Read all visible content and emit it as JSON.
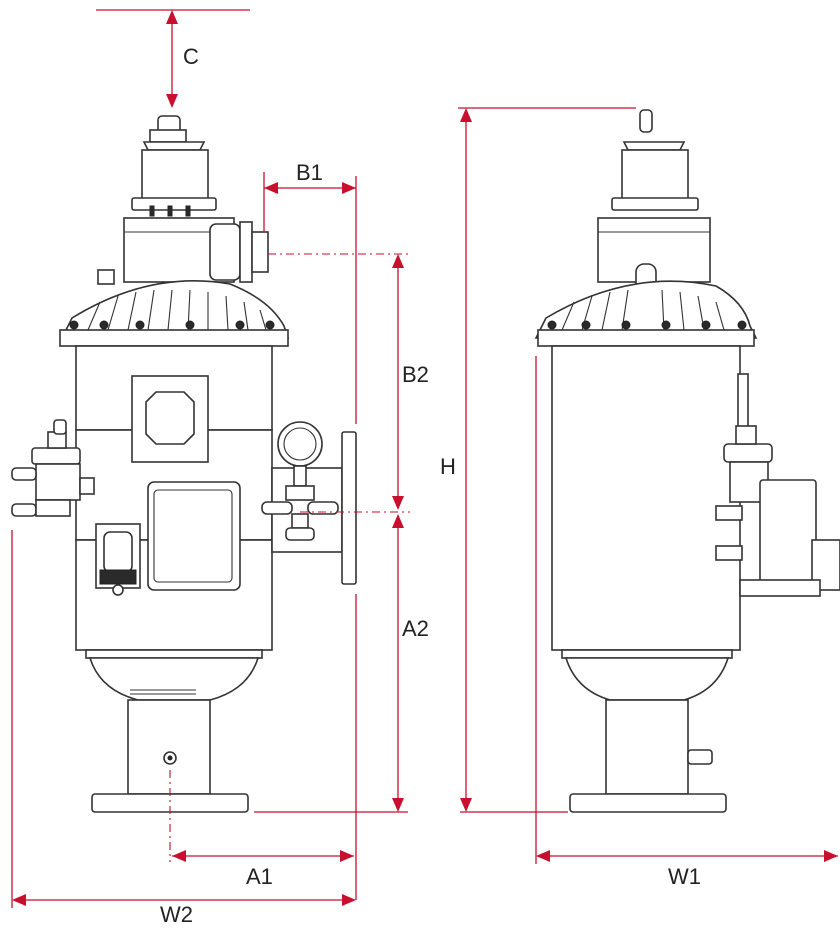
{
  "dimensions": {
    "c": "C",
    "b1": "B1",
    "b2": "B2",
    "h": "H",
    "a2": "A2",
    "a1": "A1",
    "w1": "W1",
    "w2": "W2"
  },
  "colors": {
    "dimension_line": "#c8102e",
    "outline": "#333333",
    "label": "#222222"
  }
}
